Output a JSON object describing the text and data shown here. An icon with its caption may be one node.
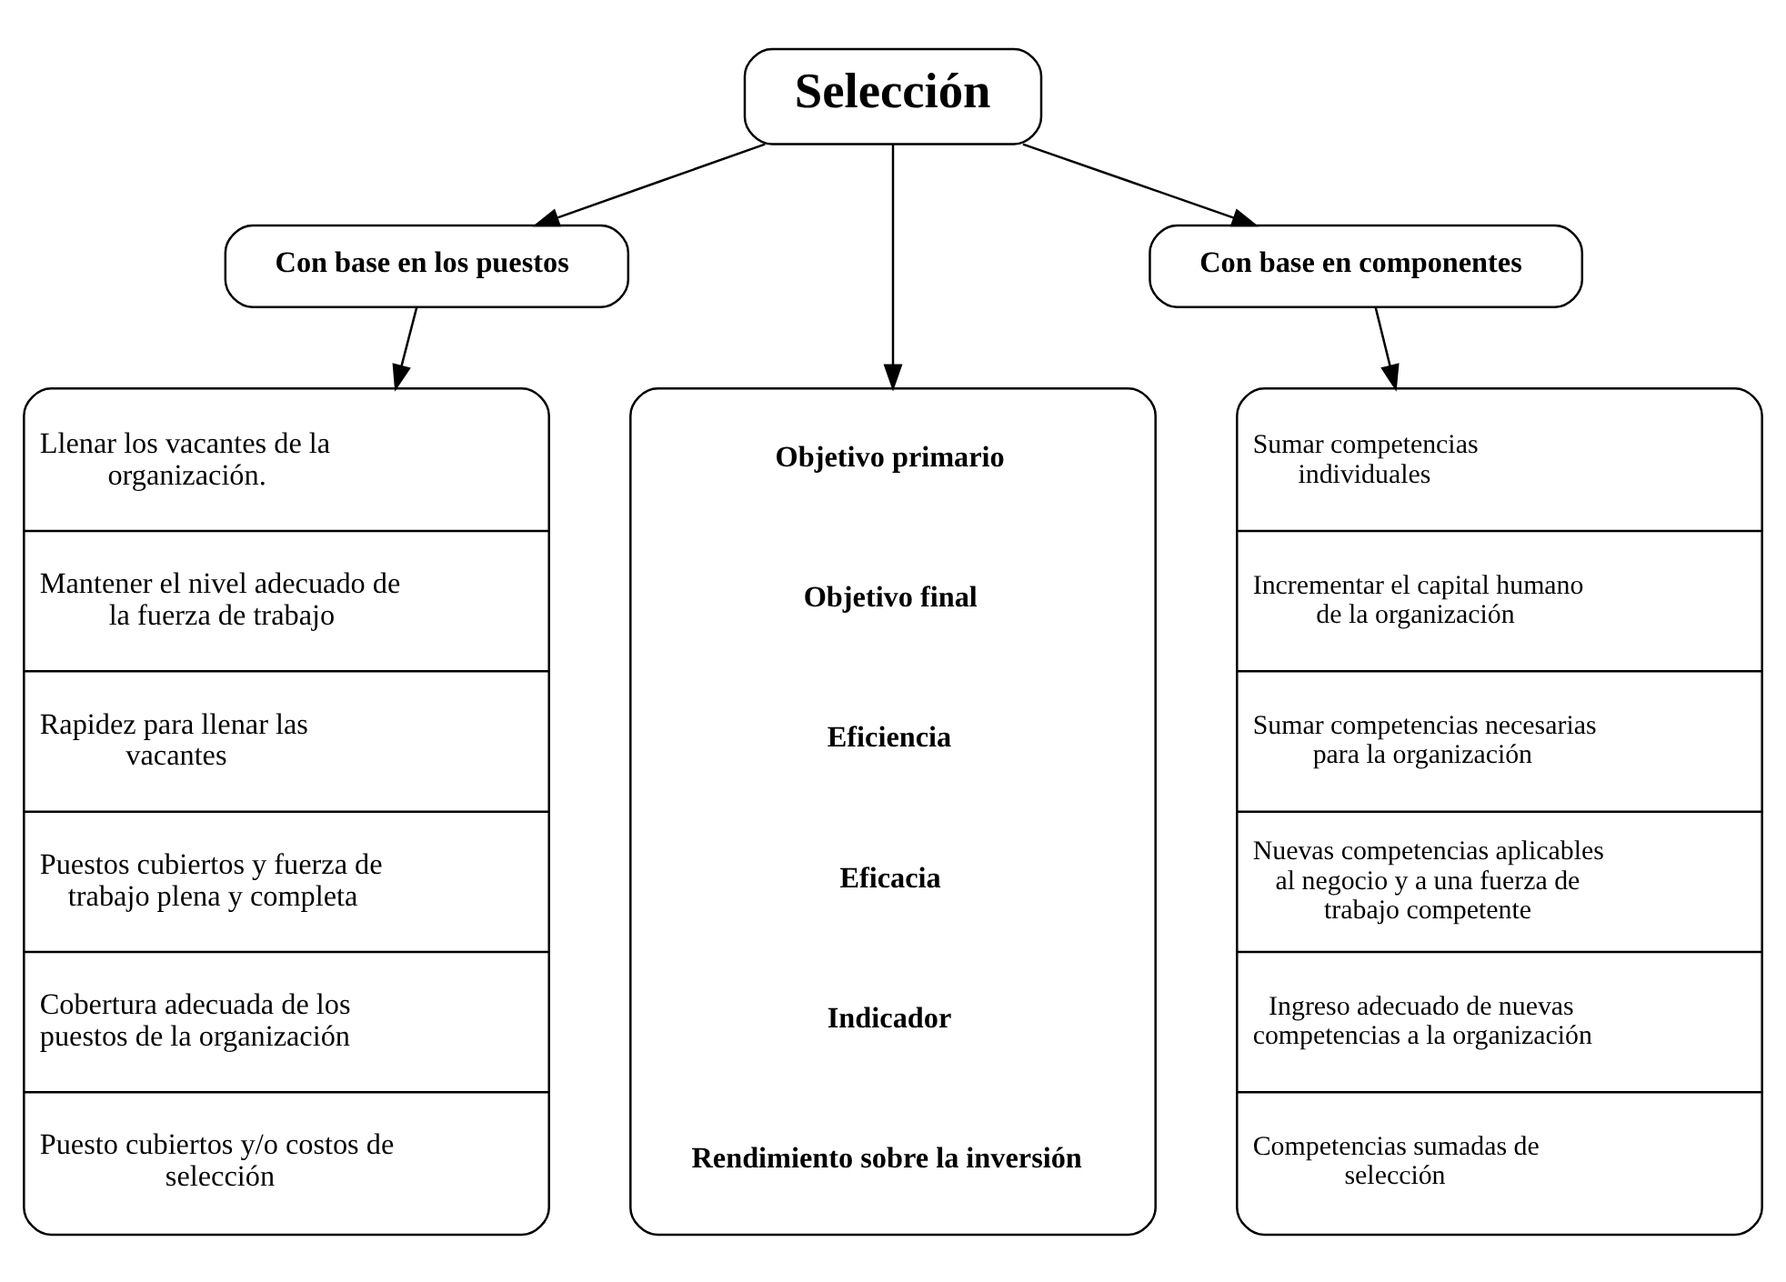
{
  "diagram": {
    "nodes": [
      {
        "text": [
          "Selección"
        ]
      },
      {
        "text": [
          "Con base en los puestos"
        ]
      },
      {
        "text": [
          "Llenar los vacantes de la organización.",
          "Mantener el nivel adecuado de la fuerza de trabajo",
          "Rapidez para llenar las vacantes",
          "Puestos cubiertos y fuerza de trabajo plena y completa",
          "Cobertura adecuada de los puestos de la organización",
          "Puesto cubiertos y/o costos de selección"
        ]
      },
      {
        "text": [
          "Objetivo primario",
          "Objetivo final",
          "Eficiencia",
          "Eficacia",
          "Indicador",
          "Rendimiento sobre la inversión"
        ]
      },
      {
        "text": [
          "Con base en componentes"
        ]
      },
      {
        "text": [
          "Sumar competencias individuales",
          "Incrementar el capital humano de la organización",
          "Sumar competencias necesarias para la organización",
          "Nuevas competencias aplicables al negocio y a una fuerza de trabajo competente",
          "Ingreso adecuado de nuevas competencias a la organización",
          "Competencias sumadas de selección"
        ]
      }
    ],
    "edges": [
      {
        "from": 0,
        "to": 1,
        "arrow": "to"
      },
      {
        "from": 0,
        "to": 3,
        "arrow": "to"
      },
      {
        "from": 0,
        "to": 4,
        "arrow": "to"
      },
      {
        "from": 1,
        "to": 2,
        "arrow": "to"
      },
      {
        "from": 4,
        "to": 5,
        "arrow": "to"
      }
    ]
  }
}
